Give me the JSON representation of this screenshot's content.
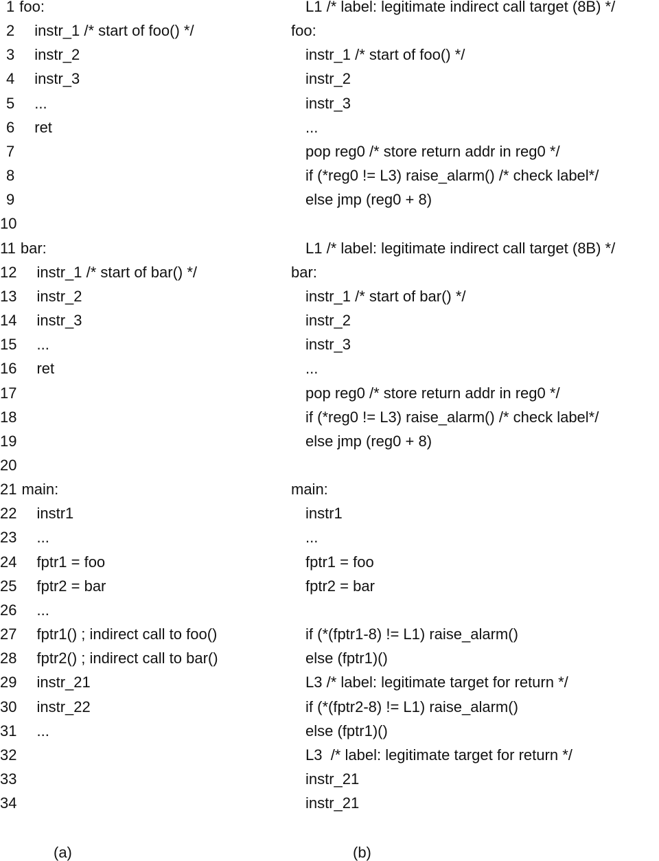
{
  "left": [
    {
      "n": "1",
      "code": "foo:",
      "label": true
    },
    {
      "n": "2",
      "code": "instr_1 /* start of foo() */"
    },
    {
      "n": "3",
      "code": "instr_2"
    },
    {
      "n": "4",
      "code": "instr_3"
    },
    {
      "n": "5",
      "code": "..."
    },
    {
      "n": "6",
      "code": "ret"
    },
    {
      "n": "7",
      "code": ""
    },
    {
      "n": "8",
      "code": ""
    },
    {
      "n": "9",
      "code": ""
    },
    {
      "n": "10",
      "code": ""
    },
    {
      "n": "11",
      "code": "bar:",
      "label": true
    },
    {
      "n": "12",
      "code": "instr_1 /* start of bar() */"
    },
    {
      "n": "13",
      "code": "instr_2"
    },
    {
      "n": "14",
      "code": "instr_3"
    },
    {
      "n": "15",
      "code": "..."
    },
    {
      "n": "16",
      "code": "ret"
    },
    {
      "n": "17",
      "code": ""
    },
    {
      "n": "18",
      "code": ""
    },
    {
      "n": "19",
      "code": ""
    },
    {
      "n": "20",
      "code": ""
    },
    {
      "n": "21",
      "code": "main:",
      "label": true
    },
    {
      "n": "22",
      "code": "instr1"
    },
    {
      "n": "23",
      "code": "..."
    },
    {
      "n": "24",
      "code": "fptr1 = foo"
    },
    {
      "n": "25",
      "code": "fptr2 = bar"
    },
    {
      "n": "26",
      "code": "..."
    },
    {
      "n": "27",
      "code": "fptr1() ; indirect call to foo()"
    },
    {
      "n": "28",
      "code": "fptr2() ; indirect call to bar()"
    },
    {
      "n": "29",
      "code": "instr_21"
    },
    {
      "n": "30",
      "code": "instr_22"
    },
    {
      "n": "31",
      "code": "..."
    },
    {
      "n": "32",
      "code": ""
    },
    {
      "n": "33",
      "code": ""
    },
    {
      "n": "34",
      "code": ""
    }
  ],
  "right": [
    {
      "code": "L1 /* label: legitimate indirect call target (8B) */",
      "ind": true
    },
    {
      "code": "foo:"
    },
    {
      "code": "instr_1 /* start of foo() */",
      "ind": true
    },
    {
      "code": "instr_2",
      "ind": true
    },
    {
      "code": "instr_3",
      "ind": true
    },
    {
      "code": "...",
      "ind": true
    },
    {
      "code": "pop reg0 /* store return addr in reg0 */",
      "ind": true
    },
    {
      "code": "if (*reg0 != L3) raise_alarm() /* check label*/",
      "ind": true
    },
    {
      "code": "else jmp (reg0 + 8)",
      "ind": true
    },
    {
      "code": ""
    },
    {
      "code": "L1 /* label: legitimate indirect call target (8B) */",
      "ind": true
    },
    {
      "code": "bar:"
    },
    {
      "code": "instr_1 /* start of bar() */",
      "ind": true
    },
    {
      "code": "instr_2",
      "ind": true
    },
    {
      "code": "instr_3",
      "ind": true
    },
    {
      "code": "...",
      "ind": true
    },
    {
      "code": "pop reg0 /* store return addr in reg0 */",
      "ind": true
    },
    {
      "code": "if (*reg0 != L3) raise_alarm() /* check label*/",
      "ind": true
    },
    {
      "code": "else jmp (reg0 + 8)",
      "ind": true
    },
    {
      "code": ""
    },
    {
      "code": "main:"
    },
    {
      "code": "instr1",
      "ind": true
    },
    {
      "code": "...",
      "ind": true
    },
    {
      "code": "fptr1 = foo",
      "ind": true
    },
    {
      "code": "fptr2 = bar",
      "ind": true
    },
    {
      "code": ""
    },
    {
      "code": "if (*(fptr1-8) != L1) raise_alarm()",
      "ind": true
    },
    {
      "code": "else (fptr1)()",
      "ind": true
    },
    {
      "code": "L3 /* label: legitimate target for return */",
      "ind": true
    },
    {
      "code": "if (*(fptr2-8) != L1) raise_alarm()",
      "ind": true
    },
    {
      "code": "else (fptr1)()",
      "ind": true
    },
    {
      "code": "L3  /* label: legitimate target for return */",
      "ind": true
    },
    {
      "code": "instr_21",
      "ind": true
    },
    {
      "code": "instr_21",
      "ind": true
    }
  ],
  "captions": {
    "a": "(a)",
    "b": "(b)"
  }
}
